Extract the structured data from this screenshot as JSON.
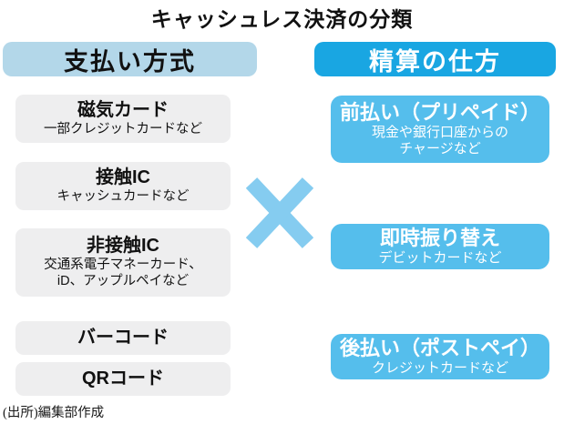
{
  "title": "キャッシュレス決済の分類",
  "columns": {
    "left": {
      "header": "支払い方式",
      "items": [
        {
          "label": "磁気カード",
          "sub": "一部クレジットカードなど"
        },
        {
          "label": "接触IC",
          "sub": "キャッシュカードなど"
        },
        {
          "label": "非接触IC",
          "sub": "交通系電子マネーカード、\niD、アップルペイなど"
        },
        {
          "label": "バーコード",
          "sub": ""
        },
        {
          "label": "QRコード",
          "sub": ""
        }
      ]
    },
    "right": {
      "header": "精算の仕方",
      "items": [
        {
          "label": "前払い（プリペイド）",
          "sub": "現金や銀行口座からの\nチャージなど"
        },
        {
          "label": "即時振り替え",
          "sub": "デビットカードなど"
        },
        {
          "label": "後払い（ポストペイ）",
          "sub": "クレジットカードなど"
        }
      ]
    }
  },
  "operator": {
    "symbol": "×"
  },
  "source": "(出所)編集部作成",
  "colors": {
    "left_header_bg": "#b3d7e9",
    "right_header_bg": "#19a6e2",
    "left_item_bg": "#eeeeef",
    "right_item_bg": "#55beec",
    "cross": "#85ccf0",
    "title_text": "#111111",
    "right_text": "#ffffff"
  }
}
